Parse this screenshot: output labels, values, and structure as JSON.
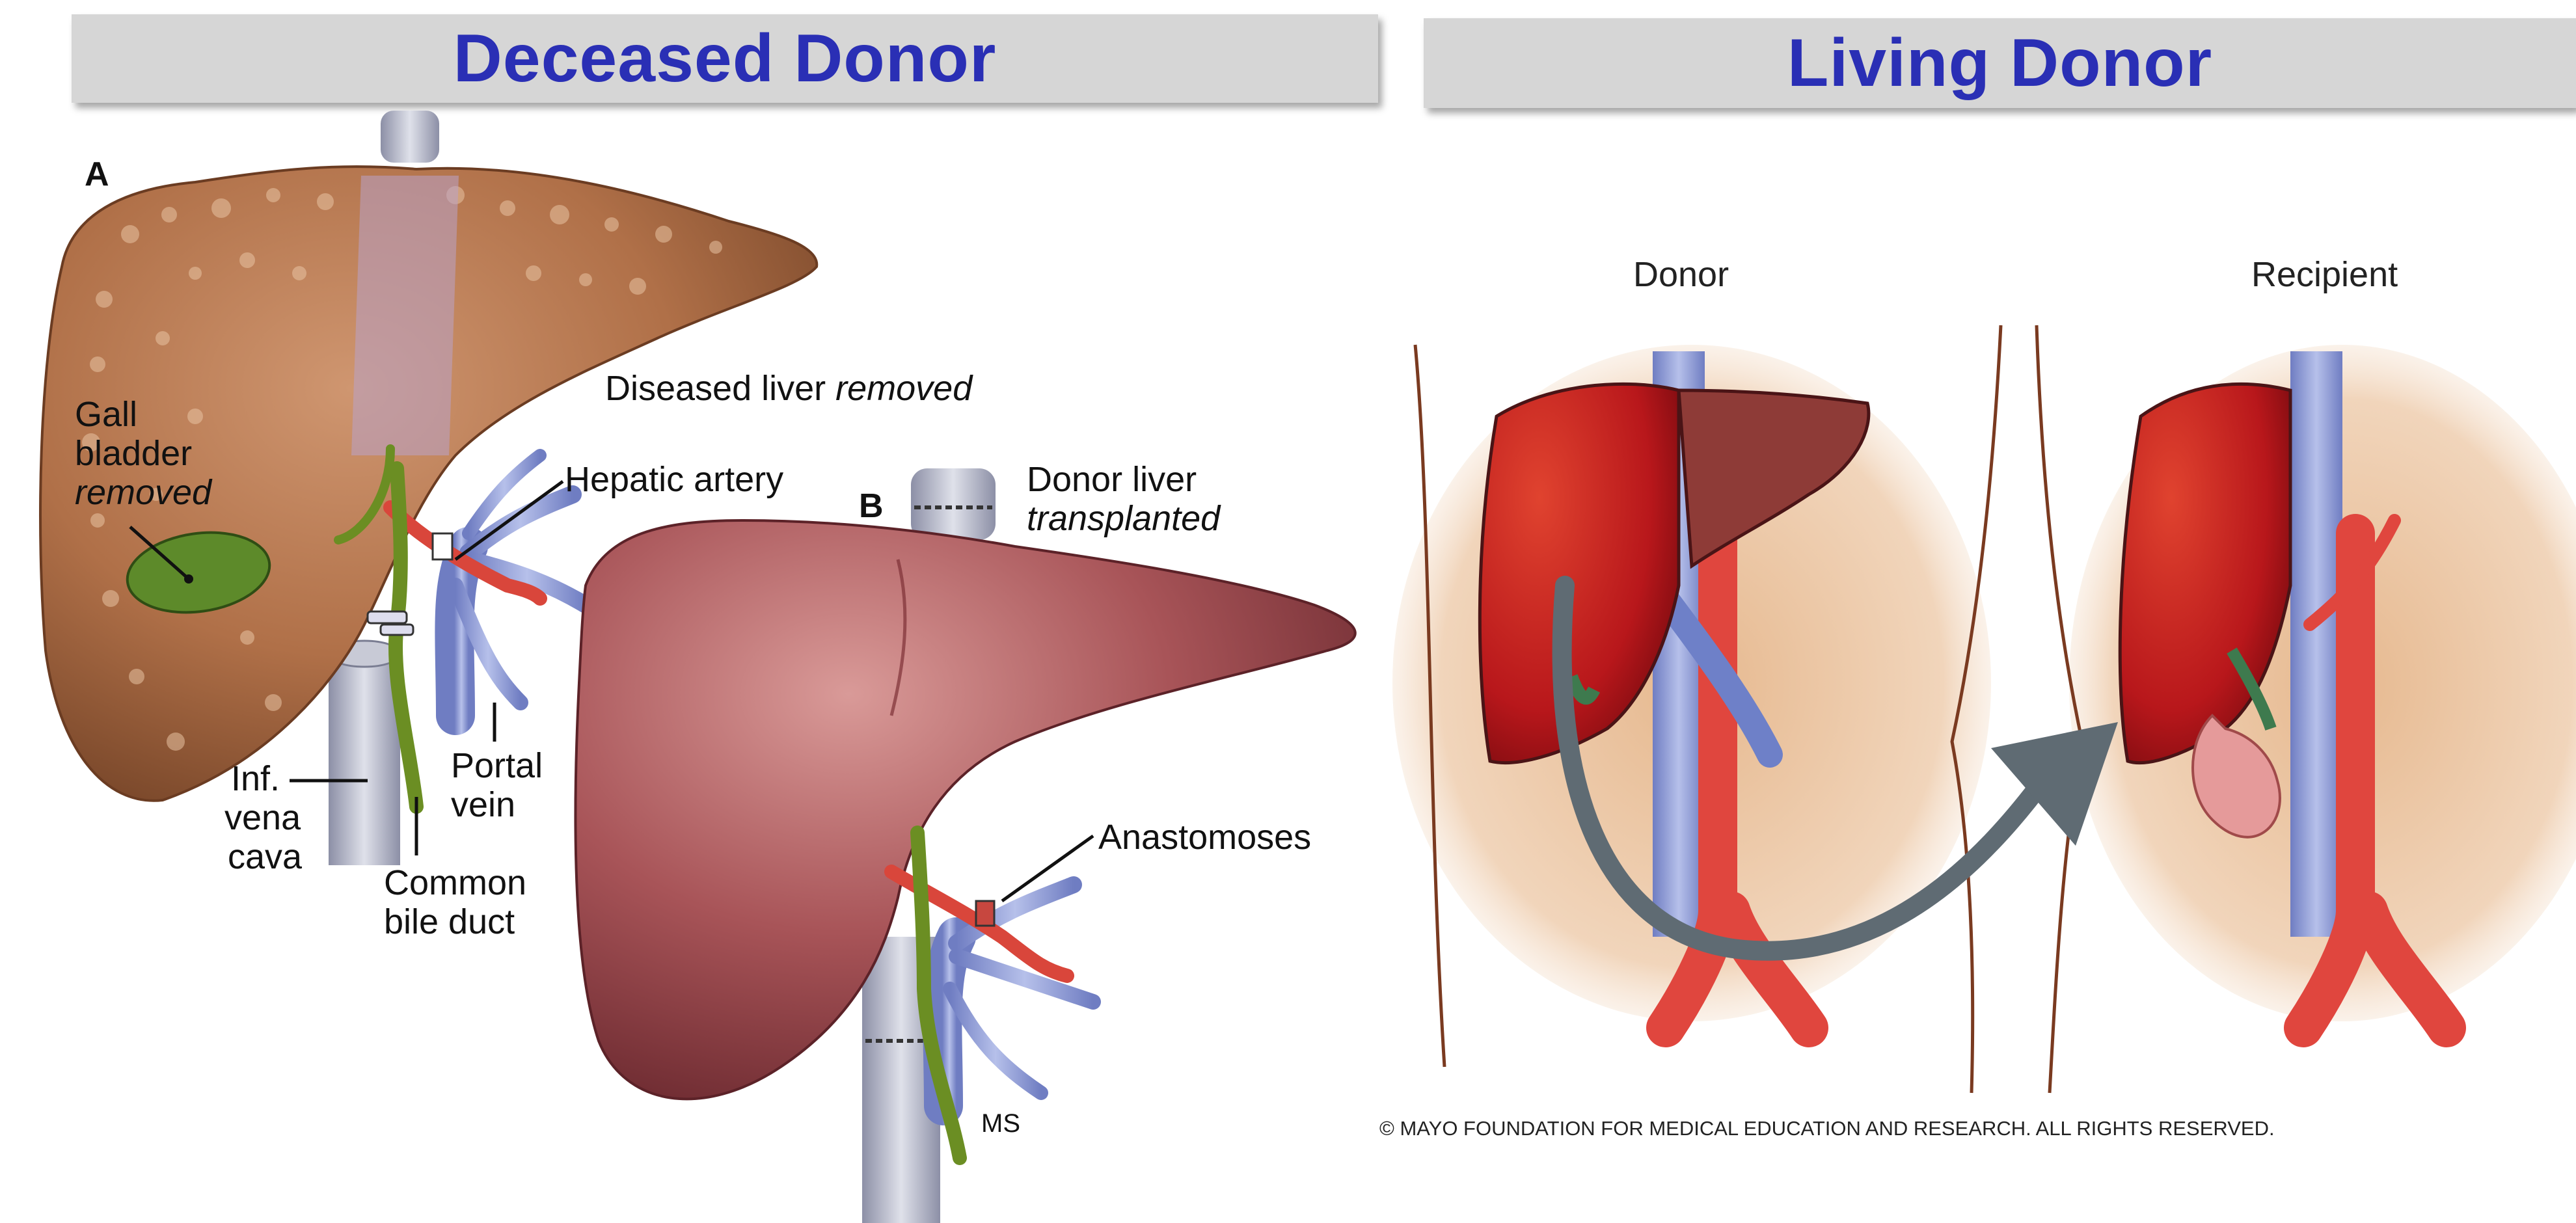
{
  "headers": {
    "deceased": "Deceased Donor",
    "living": "Living Donor"
  },
  "deceased_panel": {
    "panel_a_letter": "A",
    "panel_b_letter": "B",
    "diseased_liver": {
      "text": "Diseased liver",
      "emphasis": "removed"
    },
    "gall_bladder": {
      "line1": "Gall",
      "line2": "bladder",
      "line3": "removed"
    },
    "hepatic_artery": "Hepatic artery",
    "donor_liver": {
      "line1": "Donor liver",
      "line2": "transplanted"
    },
    "ivc": {
      "line1": "Inf.",
      "line2": "vena",
      "line3": "cava"
    },
    "portal_vein": {
      "line1": "Portal",
      "line2": "vein"
    },
    "bile_duct": {
      "line1": "Common",
      "line2": "bile duct"
    },
    "anastomoses": "Anastomoses",
    "artist_mark": "MS"
  },
  "living_panel": {
    "donor_label": "Donor",
    "recipient_label": "Recipient",
    "copyright": "© MAYO FOUNDATION FOR MEDICAL EDUCATION AND RESEARCH. ALL RIGHTS RESERVED."
  },
  "colors": {
    "header_text": "#2a2fb5",
    "header_bg": "#d6d6d6",
    "healthy_liver": "#b8171b",
    "diseased_liver": "#b07048",
    "donor_liver_pink": "#9e4a4e",
    "vein_blue": "#7e8fd0",
    "artery_red": "#e0463e",
    "bile_green": "#5e8a2a",
    "arrow_gray": "#5f6b73"
  }
}
